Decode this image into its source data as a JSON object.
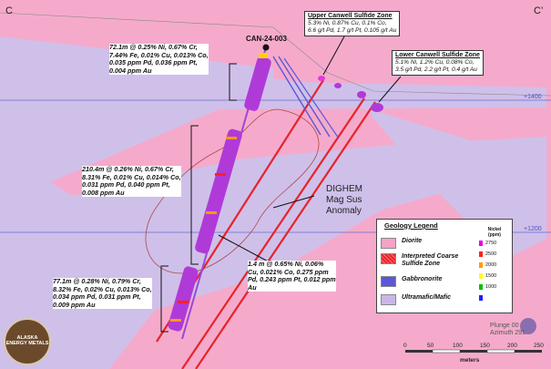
{
  "section": {
    "left_label": "C",
    "right_label": "C’",
    "elevation_upper": "+1400",
    "elevation_lower": "+1200",
    "hole_id": "CAN-24-003",
    "anomaly_label": [
      "DIGHEM",
      "Mag Sus",
      "Anomaly"
    ]
  },
  "intercepts": {
    "top": [
      "72.1m @ 0.25% Ni, 0.67% Cr,",
      "7.44% Fe, 0.01% Cu, 0.013% Co,",
      "0.035 ppm Pd, 0.036 ppm Pt,",
      "0.004 ppm Au"
    ],
    "middle": [
      "210.4m @ 0.26% Ni, 0.67% Cr,",
      "8.31% Fe, 0.01% Cu, 0.014% Co,",
      "0.031 ppm Pd, 0.040 ppm Pt,",
      "0.008 ppm Au"
    ],
    "lower": [
      "77.1m @ 0.28% Ni, 0.79% Cr,",
      "8.32% Fe, 0.02% Cu, 0.013% Co,",
      "0.034 ppm Pd, 0.031 ppm Pt,",
      "0.009 ppm Au"
    ],
    "short": [
      "1.4 m @ 0.65% Ni, 0.06%",
      "Cu, 0.021% Co, 0.275 ppm",
      "Pd, 0.243 ppm Pt, 0.012 ppm",
      "Au"
    ]
  },
  "zones": {
    "upper": {
      "title": "Upper Canwell Sulfide Zone",
      "lines": [
        "5.3% Ni, 0.87% Cu, 0.1% Co,",
        "6.6 g/t Pd, 1.7 g/t Pt, 0.105 g/t Au"
      ]
    },
    "lower": {
      "title": "Lower Canwell Sulfide Zone",
      "lines": [
        "5.1% Ni, 1.2% Cu, 0.08% Co,",
        "3.5 g/t Pd, 2.2 g/t Pt, 0.4 g/t Au"
      ]
    }
  },
  "legend": {
    "title": "Geology Legend",
    "items": [
      {
        "label": "Diorite",
        "color": "#f5a3c6"
      },
      {
        "label": "Interpreted Coarse Sulfide Zone",
        "color": "#e8232a"
      },
      {
        "label": "Gabbronorite",
        "color": "#5b57d8"
      },
      {
        "label": "Ultramafic/Mafic",
        "color": "#c9b6e8"
      }
    ],
    "nickel_title": [
      "Nickel",
      "(ppm)"
    ],
    "nickel_scale": [
      {
        "value": "2750",
        "color": "#e600e6"
      },
      {
        "value": "2500",
        "color": "#ff2020"
      },
      {
        "value": "2000",
        "color": "#ff9900"
      },
      {
        "value": "1500",
        "color": "#ffff00"
      },
      {
        "value": "1000",
        "color": "#00c000"
      },
      {
        "value": "",
        "color": "#2020ff"
      }
    ]
  },
  "scale_bar": {
    "ticks": [
      "0",
      "50",
      "100",
      "150",
      "200",
      "250"
    ],
    "unit": "meters"
  },
  "view": {
    "plunge": "Plunge 00",
    "azimuth": "Azimuth 291"
  },
  "logo": {
    "text": [
      "ALASKA",
      "ENERGY METALS"
    ]
  },
  "colors": {
    "diorite": "#f5aacb",
    "ultramafic": "#cfc0ea",
    "sulfide": "#e8232a",
    "gabbronorite": "#5b57d8",
    "hole_core": "#b03ad8"
  }
}
